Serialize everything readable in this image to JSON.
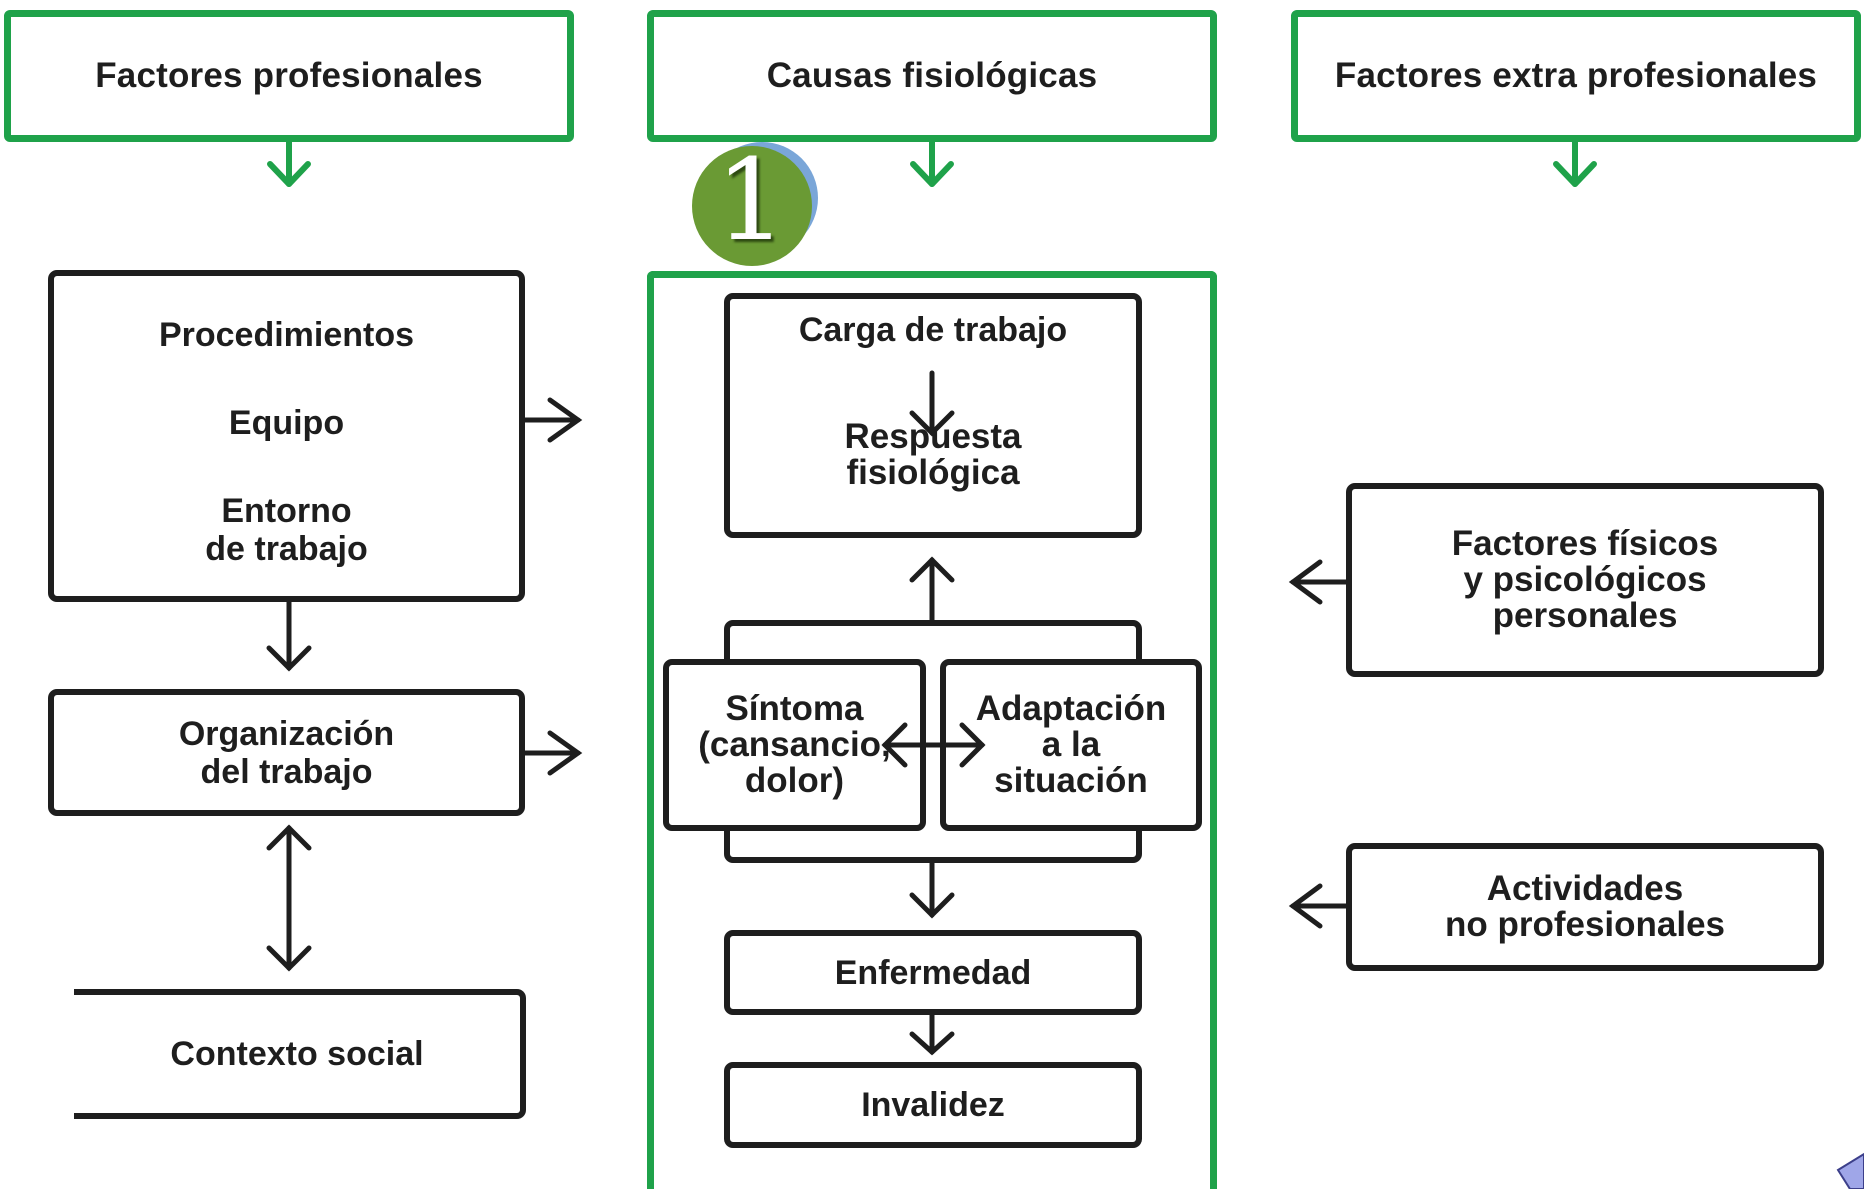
{
  "headers": {
    "professional": "Factores profesionales",
    "physiological": "Causas fisiológicas",
    "extra_professional": "Factores extra profesionales"
  },
  "professional_column": {
    "work_box_lines": [
      "Procedimientos",
      "Equipo",
      "Entorno\nde trabajo"
    ],
    "organization": "Organización\ndel trabajo",
    "social_context": "Contexto social"
  },
  "physiological_column": {
    "badge": "1",
    "workload": "Carga de trabajo",
    "response": "Respuesta\nfisiológica",
    "symptom": "Síntoma\n(cansancio,\ndolor)",
    "adaptation": "Adaptación\na la\nsituación",
    "disease": "Enfermedad",
    "disability": "Invalidez"
  },
  "extra_column": {
    "personal_factors": "Factores físicos\ny psicológicos\npersonales",
    "non_professional_activities": "Actividades\nno profesionales"
  },
  "colors": {
    "frame_green": "#1fa24a",
    "box_black": "#1e1e1e",
    "badge_green": "#6a9a34",
    "badge_blue": "#7aa6d8"
  },
  "icons": {
    "arrow": "chevron-arrow-icon",
    "badge": "number-badge-icon",
    "corner": "triangle-corner-icon"
  }
}
